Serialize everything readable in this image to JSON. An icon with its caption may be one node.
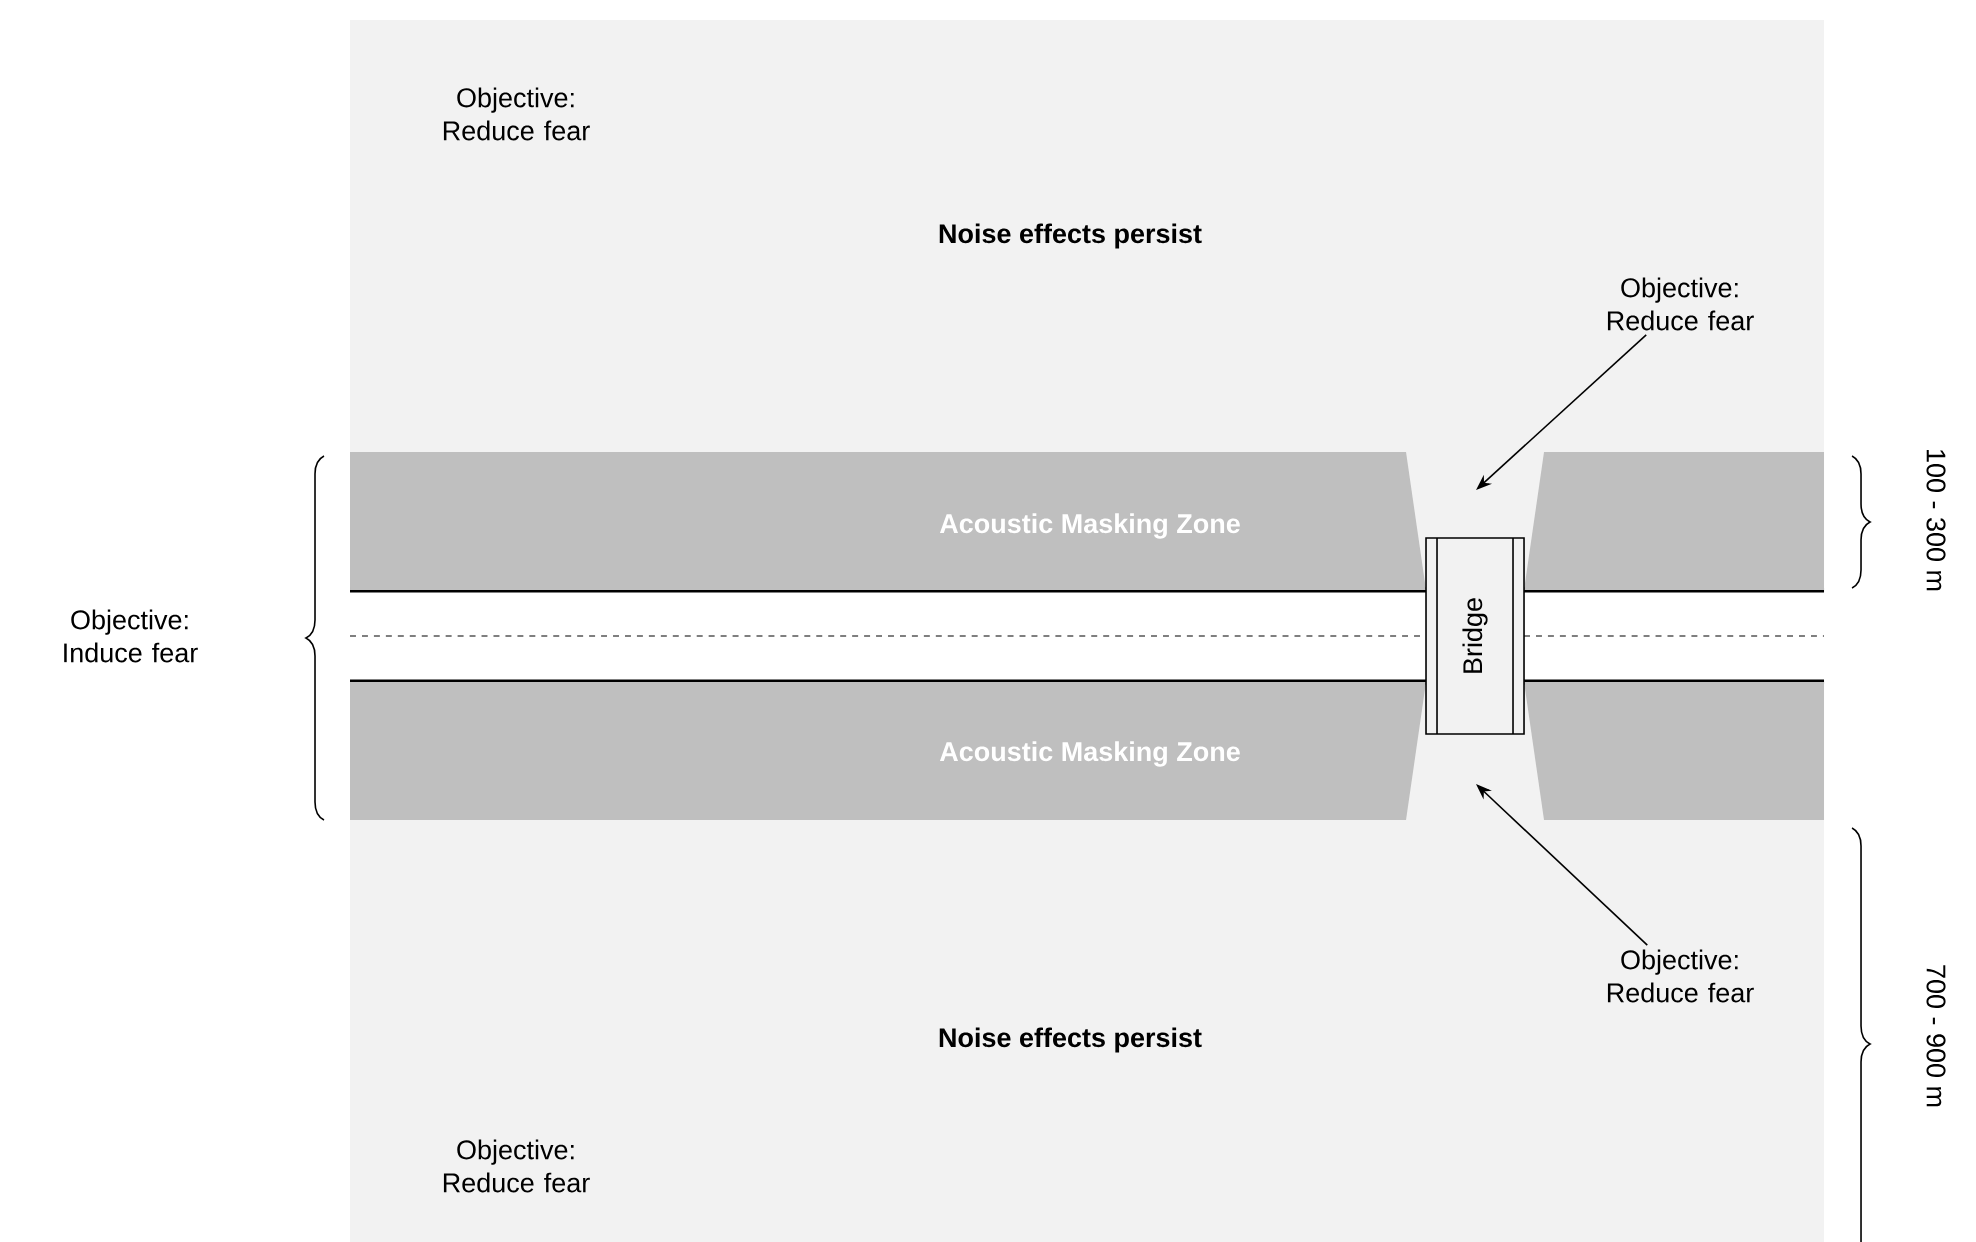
{
  "diagram": {
    "nodes": [
      {
        "text": [
          "Acoustic Masking Zone"
        ]
      },
      {
        "text": [
          "Acoustic Masking Zone"
        ]
      },
      {
        "text": [
          "Bridge"
        ]
      },
      {
        "text": [
          "Objective: Reduce fear"
        ]
      },
      {
        "text": [
          "Objective: Reduce fear"
        ]
      }
    ],
    "edges": [
      {
        "from": 3,
        "to": null,
        "arrow": "to"
      },
      {
        "from": 4,
        "to": null,
        "arrow": "to"
      }
    ],
    "labels": [
      "Objective: Reduce fear",
      "Noise effects persist",
      "Objective: Induce fear",
      "100 - 300 m",
      "Noise effects persist",
      "Objective: Reduce fear",
      "700 - 900 m"
    ]
  }
}
